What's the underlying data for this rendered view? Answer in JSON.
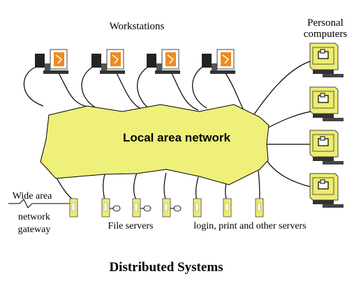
{
  "labels": {
    "workstations": "Workstations",
    "personal_computers_line1": "Personal",
    "personal_computers_line2": "computers",
    "lan": "Local area network",
    "wan_line1": "Wide area",
    "wan_line2": "network",
    "wan_line3": "gateway",
    "file_servers": "File servers",
    "other_servers": "login, print and other servers",
    "caption": "Distributed Systems"
  },
  "colors": {
    "lan_fill": "#eef07a",
    "pc_fill": "#eded6f",
    "server_fill": "#eded6f",
    "screen_accent": "#f08a1c",
    "line": "#000000"
  },
  "nodes": {
    "workstation_count": 4,
    "personal_computer_count": 4,
    "gateway_count": 1,
    "file_server_count": 3,
    "other_server_count": 3
  },
  "icons": {
    "workstation": "workstation-icon",
    "personal_computer": "personal-computer-icon",
    "server": "server-icon",
    "disk": "disk-icon",
    "gateway_link": "zigzag-link-icon"
  }
}
